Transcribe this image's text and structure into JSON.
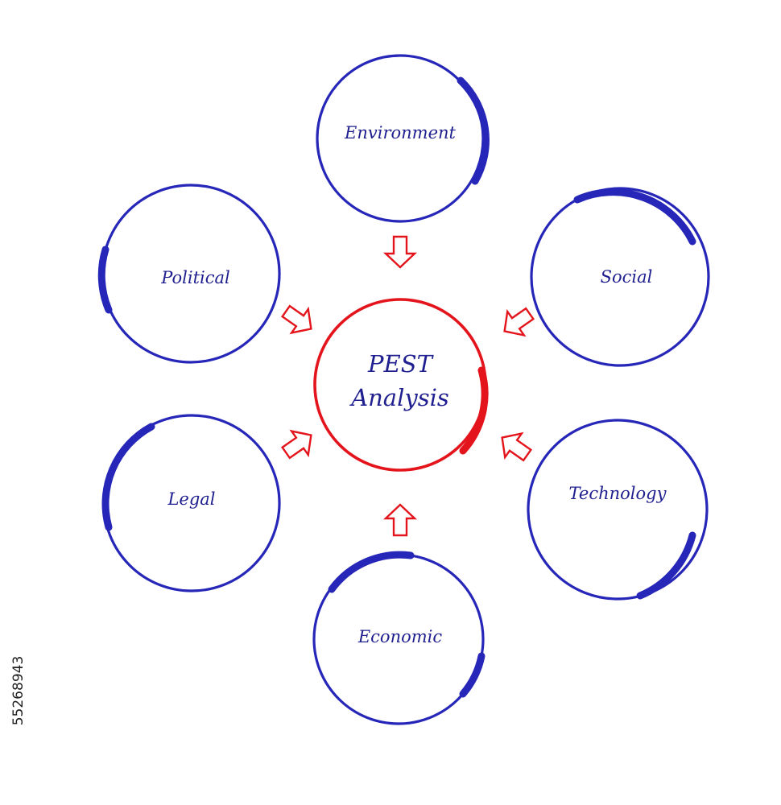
{
  "diagram": {
    "center": {
      "line1": "PEST",
      "line2": "Analysis"
    },
    "nodes": {
      "environment": "Environment",
      "social": "Social",
      "technology": "Technology",
      "economic": "Economic",
      "legal": "Legal",
      "political": "Political"
    },
    "credit": "55268943"
  },
  "colors": {
    "node_ring": "#2626b8",
    "center_ring": "#e3141b",
    "arrow": "#e3141b",
    "text": "#1f1f8f"
  }
}
